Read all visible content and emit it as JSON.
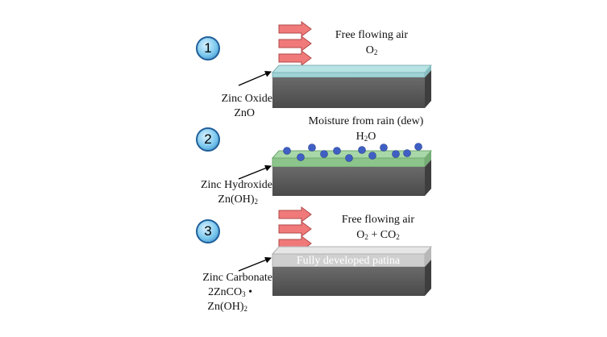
{
  "steps": [
    {
      "number": "1"
    },
    {
      "number": "2"
    },
    {
      "number": "3"
    }
  ],
  "panel1": {
    "air_label": "Free flowing air",
    "gas_main": "O",
    "gas_sub": "2",
    "compound_name": "Zinc Oxide",
    "compound_formula": "ZnO"
  },
  "panel2": {
    "moisture_label": "Moisture from rain (dew)",
    "water_h": "H",
    "water_sub": "2",
    "water_o": "O",
    "compound_name": "Zinc Hydroxide",
    "formula_main": "Zn(OH)",
    "formula_sub": "2"
  },
  "panel3": {
    "air_label": "Free flowing air",
    "gas_o": "O",
    "gas_o_sub": "2",
    "gas_mid": " + CO",
    "gas_co_sub": "2",
    "patina_label": "Fully developed patina",
    "compound_name": "Zinc Carbonate",
    "formula_line1_main": "2ZnCO",
    "formula_line1_sub": "3",
    "formula_line1_end": " •",
    "formula_line2_main": "Zn(OH)",
    "formula_line2_sub": "2"
  },
  "colors": {
    "flow_arrow": "#f07a7a",
    "zinc_oxide_layer": "#9ed3d6",
    "zinc_hydroxide_layer": "#8cc58c",
    "patina_layer": "#cfcfcf",
    "metal": "#5a5a5a",
    "water_droplet": "#3f5fc4"
  }
}
